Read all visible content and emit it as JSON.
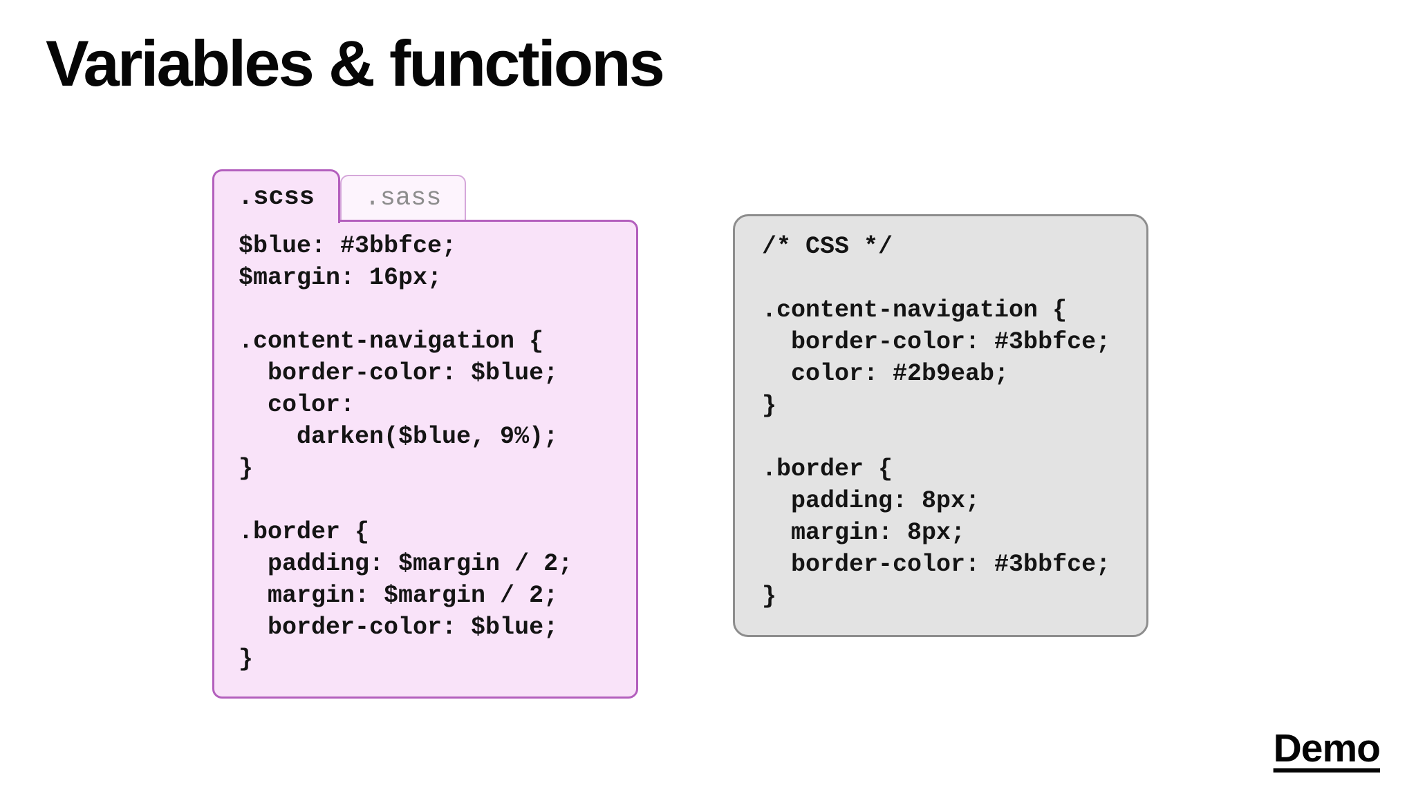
{
  "slide": {
    "title": "Variables & functions",
    "demo_link_label": "Demo",
    "background_color": "#ffffff"
  },
  "scss_panel": {
    "tabs": [
      {
        "label": ".scss",
        "active": true
      },
      {
        "label": ".sass",
        "active": false
      }
    ],
    "code_lines": [
      "$blue: #3bbfce;",
      "$margin: 16px;",
      "",
      ".content-navigation {",
      "  border-color: $blue;",
      "  color:",
      "    darken($blue, 9%);",
      "}",
      "",
      ".border {",
      "  padding: $margin / 2;",
      "  margin: $margin / 2;",
      "  border-color: $blue;",
      "}"
    ],
    "colors": {
      "panel_fill": "#f9e3f9",
      "panel_border": "#b35fbd",
      "inactive_tab_fill": "#fdf4fd",
      "inactive_tab_border": "#d5a7da",
      "inactive_tab_text": "#8d8d8d",
      "code_text": "#141414"
    }
  },
  "css_panel": {
    "code_lines": [
      "/* CSS */",
      "",
      ".content-navigation {",
      "  border-color: #3bbfce;",
      "  color: #2b9eab;",
      "}",
      "",
      ".border {",
      "  padding: 8px;",
      "  margin: 8px;",
      "  border-color: #3bbfce;",
      "}"
    ],
    "colors": {
      "panel_fill": "#e3e3e3",
      "panel_border": "#8d8d8d",
      "code_text": "#141414"
    }
  }
}
